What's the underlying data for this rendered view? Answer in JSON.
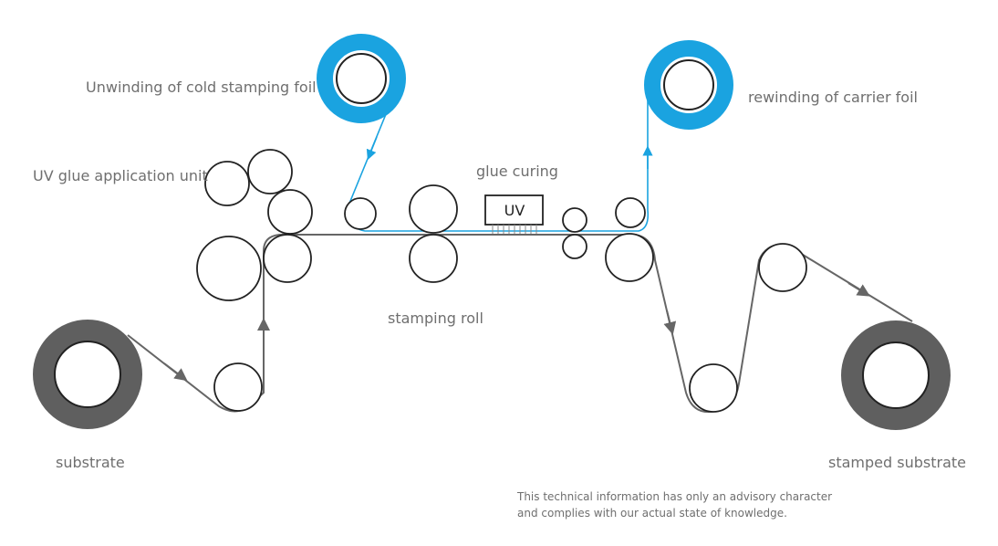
{
  "labels": {
    "unwinding_foil": "Unwinding of cold stamping foil",
    "rewinding_carrier": "rewinding of carrier foil",
    "uv_glue_unit": "UV glue application unit",
    "glue_curing": "glue curing",
    "uv_lamp": "UV",
    "stamping_roll": "stamping roll",
    "substrate": "substrate",
    "stamped_substrate": "stamped substrate"
  },
  "disclaimer": {
    "line1": "This technical information has only an advisory character",
    "line2": "and complies with our actual state of knowledge."
  },
  "colors": {
    "foil_blue": "#1aa3e0",
    "substrate_gray": "#5f5f5f",
    "roller_stroke": "#222222",
    "path_gray": "#666666",
    "text_gray": "#6f6f6f"
  }
}
